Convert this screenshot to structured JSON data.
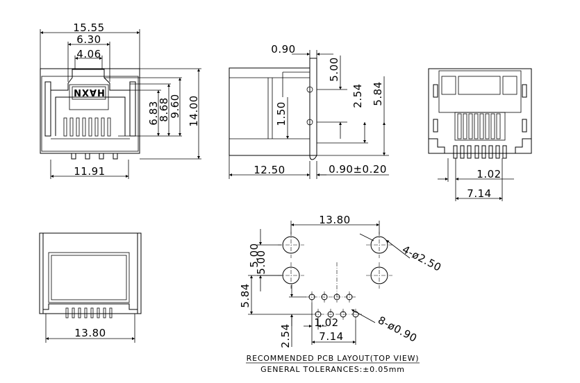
{
  "title": "RECOMMENDED PCB LAYOUT(TOP VIEW)",
  "tolerance": "GENERAL TOLERANCES:±0.05mm",
  "logo_text": "HAXN",
  "front_view": {
    "overall_width": "15.55",
    "top_width": "6.30",
    "latch_width": "4.06",
    "pin_span": "11.91",
    "height_a": "6.83",
    "height_b": "8.68",
    "height_c": "9.60",
    "height_overall": "14.00"
  },
  "side_view": {
    "tab_width": "0.90",
    "pin_spacing_v": "5.00",
    "pin_offset": "1.50",
    "pin_spacing_b": "2.54",
    "pin_height": "5.84",
    "body_depth": "12.50",
    "post_dia": "0.90±0.20"
  },
  "rear_view": {
    "pitch": "1.02",
    "row_span": "7.14"
  },
  "bottom_view": {
    "width": "13.80"
  },
  "pcb_layout": {
    "hole_span": "13.80",
    "large_spacing": "5.00",
    "large_hole_note": "4-ø2.50",
    "vertical_offset": "5.84",
    "row_spacing": "2.54",
    "pitch": "1.02",
    "row_span": "7.14",
    "small_hole_note": "8-ø0.90"
  }
}
